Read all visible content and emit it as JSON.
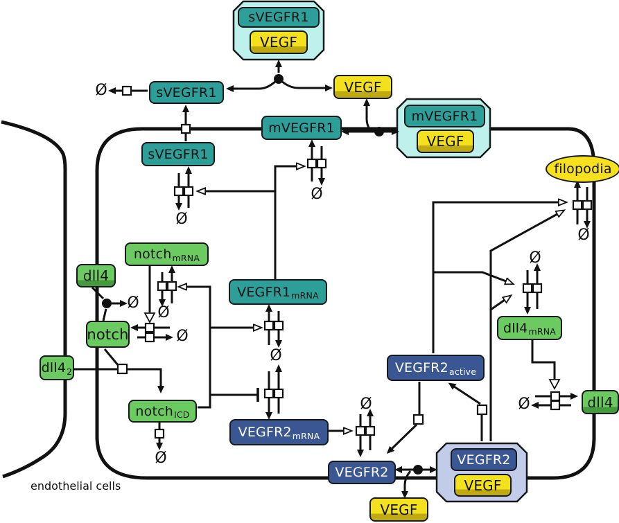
{
  "labels": {
    "endothelial_cells": "endothelial cells"
  },
  "glyphs": {
    "empty_set": "Ø"
  },
  "colors": {
    "teal": "#2D9E98",
    "green": "#6BCB60",
    "green_dark": "#449A3C",
    "yellow": "#F4E11D",
    "yellow_dark": "#BFAA12",
    "blue": "#3A5794",
    "complex_shell_cyan": "#BEF1EC",
    "complex_shell_periwinkle": "#C2CCE9",
    "filopodia_yellow": "#F7E01E",
    "line": "#111111"
  },
  "nodes": {
    "svegfr1_complex_top": {
      "label": "sVEGFR1"
    },
    "vegf_complex_top": {
      "label": "VEGF"
    },
    "svegfr1_extra": {
      "label": "sVEGFR1"
    },
    "vegf_top": {
      "label": "VEGF"
    },
    "mvegfr1": {
      "label": "mVEGFR1"
    },
    "mvegfr1_complex": {
      "label": "mVEGFR1"
    },
    "vegf_mcomplex": {
      "label": "VEGF"
    },
    "svegfr1_inner": {
      "label": "sVEGFR1"
    },
    "filopodia": {
      "label": "filopodia"
    },
    "notch_mrna": {
      "label": "notch",
      "sub": "mRNA"
    },
    "dll4_left": {
      "label": "dll4"
    },
    "notch": {
      "label": "notch"
    },
    "dll4_2": {
      "label": "dll4",
      "sub": "2"
    },
    "vegfr1_mrna": {
      "label": "VEGFR1",
      "sub": "mRNA"
    },
    "notch_icd": {
      "label": "notch",
      "sub": "ICD"
    },
    "vegfr2_mrna": {
      "label": "VEGFR2",
      "sub": "mRNA"
    },
    "vegfr2_active": {
      "label": "VEGFR2",
      "sub": "active"
    },
    "dll4_mrna": {
      "label": "dll4",
      "sub": "mRNA"
    },
    "dll4_right": {
      "label": "dll4"
    },
    "vegfr2": {
      "label": "VEGFR2"
    },
    "vegfr2_complex": {
      "label": "VEGFR2"
    },
    "vegf_v2complex": {
      "label": "VEGF"
    },
    "vegf_bottom": {
      "label": "VEGF"
    }
  }
}
